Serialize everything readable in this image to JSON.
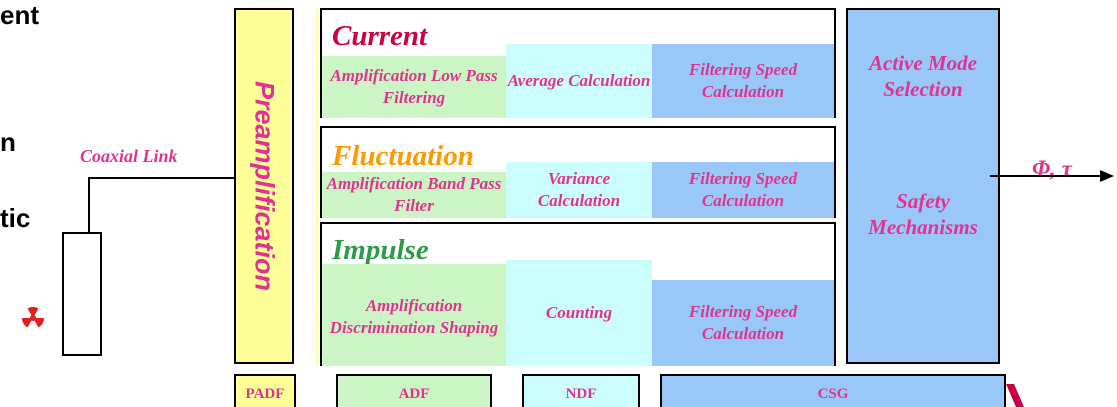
{
  "cut_text": [
    "ent",
    "n",
    "tic"
  ],
  "input": {
    "link_label": "Coaxial Link"
  },
  "preamp": {
    "label": "Preamplification"
  },
  "stages": {
    "current": {
      "title": "Current",
      "cells": [
        "Amplification Low Pass Filtering",
        "Average Calculation",
        "Filtering Speed Calculation"
      ]
    },
    "fluctuation": {
      "title": "Fluctuation",
      "cells": [
        "Amplification Band Pass Filter",
        "Variance Calculation",
        "Filtering Speed Calculation"
      ]
    },
    "impulse": {
      "title": "Impulse",
      "cells": [
        "Amplification Discrimination Shaping",
        "Counting",
        "Filtering Speed Calculation"
      ]
    }
  },
  "selection": {
    "line1": "Active Mode Selection",
    "line2": "Safety Mechanisms"
  },
  "output": {
    "label": "Φ, τ"
  },
  "bottom_boxes": [
    "PADF",
    "ADF",
    "NDF",
    "CSG"
  ],
  "colors": {
    "label_pink": "#e0338f",
    "current_title": "#cc0044",
    "fluctuation_title": "#ff9900",
    "impulse_title": "#2e9a4a",
    "preamp_fill": "#ffff99",
    "stage_green": "#ccf5c6",
    "stage_cyan": "#ccfdfd",
    "stage_blue": "#99c8f8"
  }
}
